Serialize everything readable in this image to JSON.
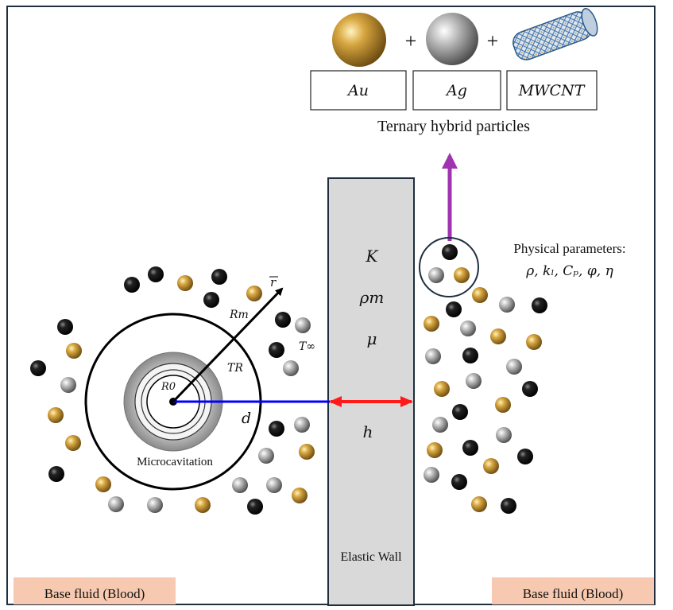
{
  "particles": {
    "labels": [
      "Au",
      "Ag",
      "MWCNT"
    ],
    "plus_signs": [
      "+",
      "+"
    ],
    "caption": "Ternary hybrid particles",
    "colors": {
      "gold": "#b58a2c",
      "silver": "#9a9a9a",
      "black": "#111111",
      "cnt": "#4a7fb5"
    }
  },
  "physical_parameters": {
    "title": "Physical parameters:",
    "list": "ρ, kₗ, Cₚ, φ, η"
  },
  "wall": {
    "symbols": [
      "K",
      "ρm",
      "μ"
    ],
    "gap_label": "h",
    "name": "Elastic Wall",
    "fill": "#d9d9d9"
  },
  "cavity": {
    "labels": {
      "r_vector": "r",
      "outer_radius": "Rm",
      "inner_radius": "R0",
      "surface_temp": "TR",
      "ambient_temp": "T∞",
      "distance": "d"
    },
    "name": "Microcavitation"
  },
  "arrows": {
    "distance_color": "#0000ff",
    "gap_color": "#ff1a1a",
    "up_color": "#a033b0"
  },
  "base_fluid": {
    "left": "Base fluid (Blood)",
    "right": "Base fluid (Blood)",
    "color": "#f6c9b0"
  }
}
